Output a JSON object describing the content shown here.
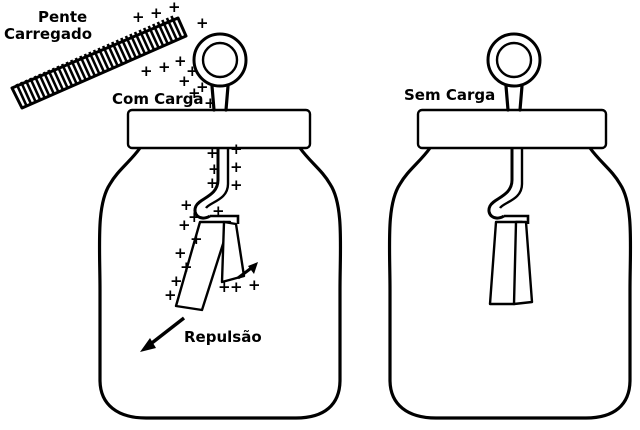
{
  "labels": {
    "comb_title_line1": "Pente",
    "comb_title_line2": "Carregado",
    "charged_state": "Com Carga",
    "uncharged_state": "Sem Carga",
    "repulsion": "Repulsão"
  },
  "symbols": {
    "positive_charge": "+"
  },
  "colors": {
    "ink": "#000000",
    "background": "#ffffff"
  }
}
